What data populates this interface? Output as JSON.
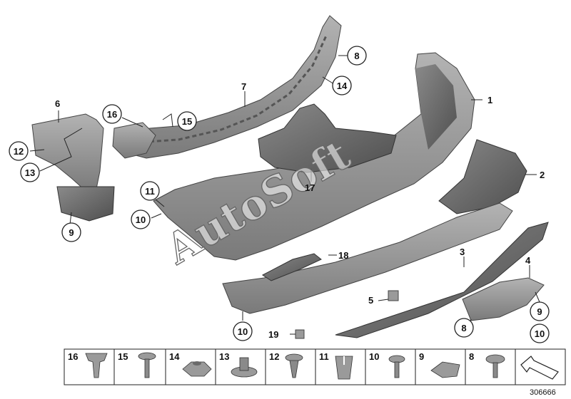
{
  "callouts": {
    "c1": "1",
    "c2": "2",
    "c3": "3",
    "c4": "4",
    "c5": "5",
    "c6": "6",
    "c7": "7",
    "c8a": "8",
    "c8b": "8",
    "c9a": "9",
    "c9b": "9",
    "c10a": "10",
    "c10b": "10",
    "c10c": "10",
    "c11": "11",
    "c12": "12",
    "c13": "13",
    "c14": "14",
    "c15": "15",
    "c16": "16",
    "c17": "17",
    "c18": "18",
    "c19": "19"
  },
  "legend": [
    "16",
    "15",
    "14",
    "13",
    "12",
    "11",
    "10",
    "9",
    "8"
  ],
  "watermark": "AutoSoft",
  "reference_number": "306666",
  "colors": {
    "part_fill": "#8f8f8f",
    "part_dark": "#5e5e5e",
    "part_light": "#bdbdbd",
    "line": "#222222"
  }
}
